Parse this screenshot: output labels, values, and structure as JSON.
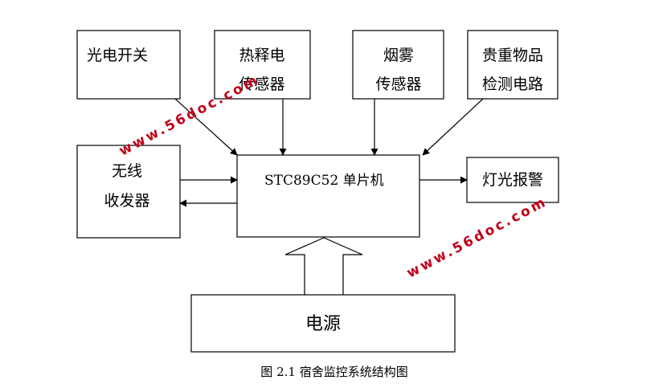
{
  "boxes": {
    "photo_switch": "光电开关",
    "pyro_line1": "热释电",
    "pyro_line2": "传感器",
    "smoke_line1": "烟雾",
    "smoke_line2": "传感器",
    "valuables_line1": "贵重物品",
    "valuables_line2": "检测电路",
    "wireless_line1": "无线",
    "wireless_line2": "收发器",
    "mcu": "STC89C52 单片机",
    "alarm": "灯光报警",
    "power": "电源"
  },
  "caption": "图 2.1 宿舍监控系统结构图",
  "watermarks": [
    "www.56doc.com",
    "www.56doc.com"
  ],
  "colors": {
    "line": "#000000",
    "watermark": "#c0001a"
  }
}
